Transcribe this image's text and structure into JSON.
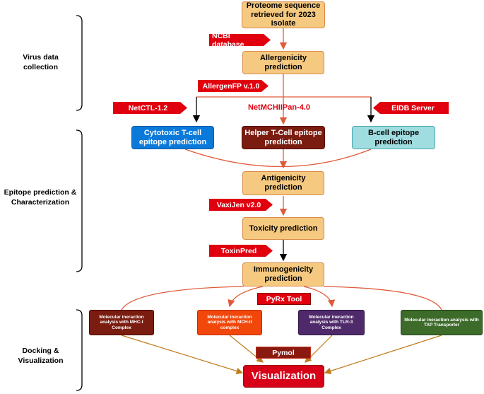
{
  "stages": {
    "virus": "Virus data collection",
    "epitope": "Epitope prediction & Characterization",
    "docking": "Docking & Visualization"
  },
  "boxes": {
    "proteome": "Proteome sequence retrieved for 2023 isolate",
    "allergenicity": "Allergenicity prediction",
    "cytotoxic": "Cytotoxic T-cell epitope prediction",
    "helper": "Helper T-Cell epitope prediction",
    "bcell": "B-cell epitope prediction",
    "antigenicity": "Antigenicity prediction",
    "toxicity": "Toxicity prediction",
    "immunogenicity": "Immunogenicity prediction",
    "mhc1": "Molecular ineraction analysis with MHC-I Complex",
    "mhc2": "Molecular ineraction analysis with MCH-II complex",
    "tlr3": "Molecular ineraction analysis with TLR-3 Complex",
    "tap": "Molecular ineraction analysis with TAP Transporter",
    "visualization": "Visualization"
  },
  "tools": {
    "ncbi": "NCBI database",
    "allergenfp": "AllergenFP v.1.0",
    "netctl": "NetCTL-1.2",
    "netmhc": "NetMCHIIPan-4.0",
    "iedb": "EIDB Server",
    "vaxijen": "VaxiJen v2.0",
    "toxinpred": "ToxinPred",
    "pyrx": "PyRx Tool",
    "pymol": "Pymol"
  },
  "colors": {
    "box_orange": "#f5c97f",
    "tag_red": "#e0000e",
    "mhc1": "#7a1c10",
    "mhc2": "#f2470b",
    "tlr3": "#4f2a6a",
    "tap": "#3d6b2a",
    "visualization": "#d80018"
  }
}
